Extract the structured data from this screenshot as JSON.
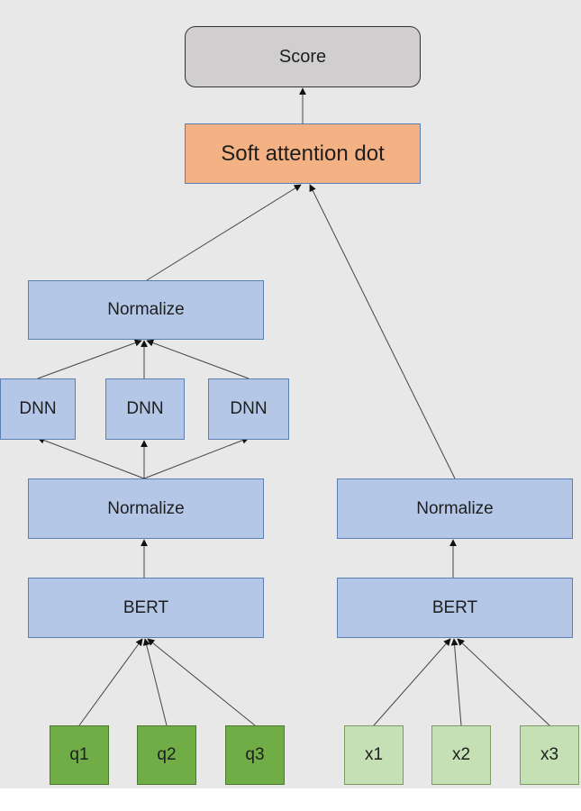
{
  "diagram": {
    "nodes": {
      "score": "Score",
      "soft_attention": "Soft attention dot",
      "normalize_top_left": "Normalize",
      "dnn_1": "DNN",
      "dnn_2": "DNN",
      "dnn_3": "DNN",
      "normalize_mid_left": "Normalize",
      "bert_left": "BERT",
      "normalize_right": "Normalize",
      "bert_right": "BERT",
      "q1": "q1",
      "q2": "q2",
      "q3": "q3",
      "x1": "x1",
      "x2": "x2",
      "x3": "x3"
    },
    "colors": {
      "background": "#e8e8e8",
      "blue_box": "#b4c7e7",
      "blue_border": "#5b7fb5",
      "orange_box": "#f4b183",
      "gray_box": "#d0cece",
      "dark_green_box": "#70ad47",
      "light_green_box": "#c5e0b4",
      "edge": "#333333"
    }
  }
}
